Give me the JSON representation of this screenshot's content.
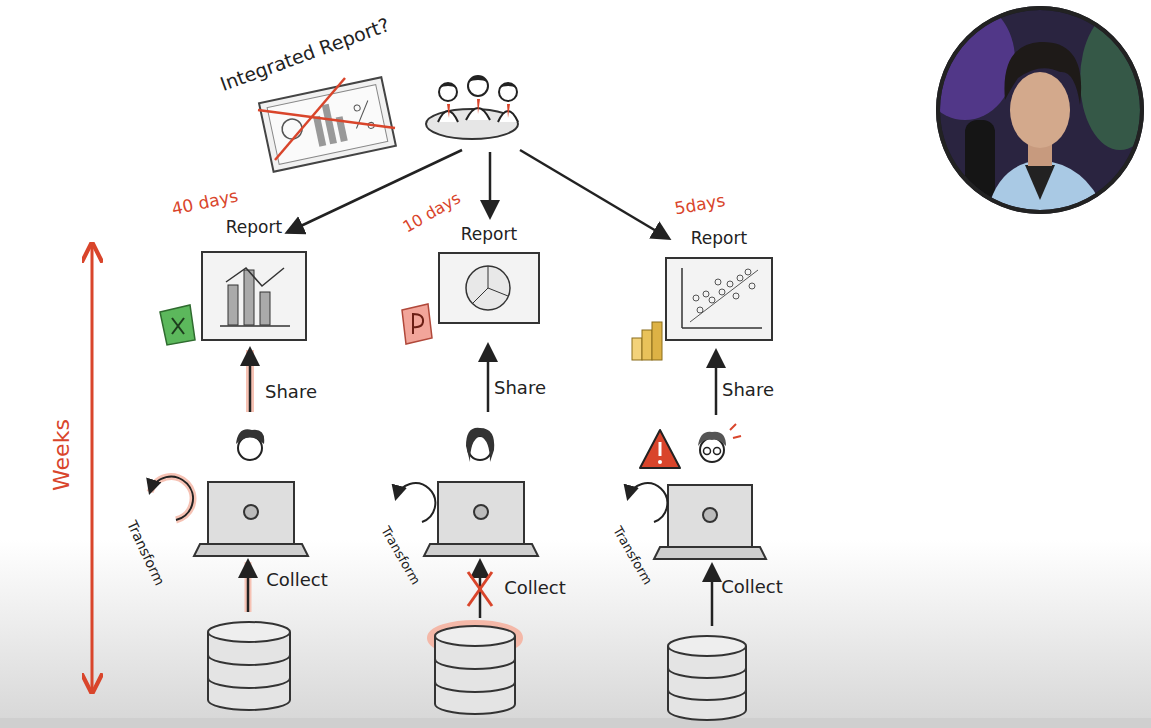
{
  "diagram": {
    "nodes": [
      {
        "text": [
          "Integrated Report?"
        ]
      },
      {
        "text": [
          "Report"
        ]
      },
      {
        "text": [
          "Report"
        ]
      },
      {
        "text": [
          "Report"
        ]
      }
    ],
    "labels": [
      "Weeks",
      "40 days",
      "10 days",
      "5days",
      "Share",
      "Share",
      "Share",
      "Transform",
      "Transform",
      "Transform",
      "Collect",
      "Collect",
      "Collect"
    ]
  }
}
